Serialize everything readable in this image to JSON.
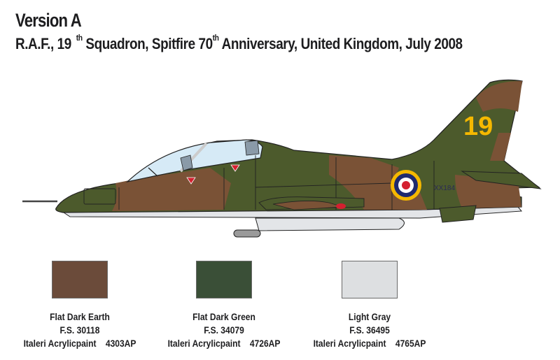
{
  "header": {
    "title": "Version A",
    "subtitle": {
      "part1": "R.A.F., 19",
      "sup1": "th",
      "part2": "Squadron, Spitfire 70",
      "sup2": "th",
      "part3": "Anniversary, United Kingdom, July 2008"
    }
  },
  "aircraft": {
    "tail_code": "19",
    "serial": "XX184",
    "camouflage_colors": {
      "dark_earth": "#7a5236",
      "dark_green": "#4c5a2c",
      "light_gray": "#e2e4e6",
      "code_yellow": "#f5b800",
      "roundel_blue": "#1f2a6e",
      "roundel_red": "#d42030",
      "canopy": "#d6eaf6"
    }
  },
  "paints": [
    {
      "name": "Flat Dark Earth",
      "fs": "F.S. 30118",
      "italeri": "Italeri Acrylicpaint    4303AP",
      "color": "#6b4b3a"
    },
    {
      "name": "Flat Dark Green",
      "fs": "F.S. 34079",
      "italeri": "Italeri Acrylicpaint    4726AP",
      "color": "#3a4f37"
    },
    {
      "name": "Light Gray",
      "fs": "F.S. 36495",
      "italeri": "Italeri Acrylicpaint    4765AP",
      "color": "#dddfe1"
    }
  ]
}
